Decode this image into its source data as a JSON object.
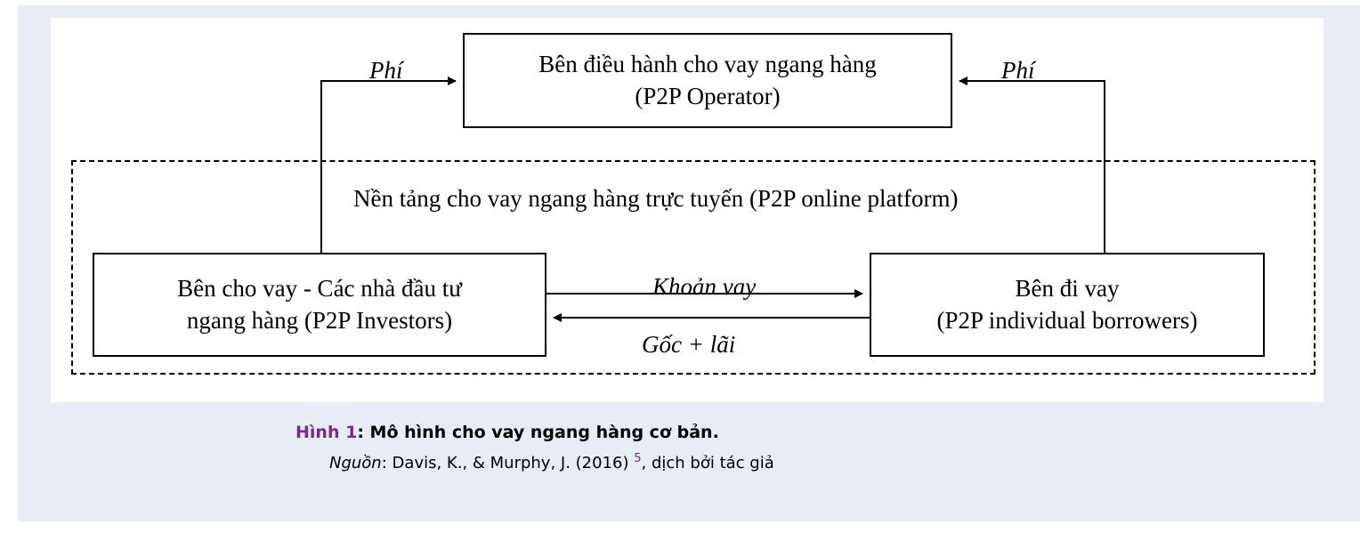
{
  "diagram": {
    "operator": {
      "line1": "Bên điều hành cho vay ngang hàng",
      "line2": "(P2P Operator)"
    },
    "platform_label": "Nền tảng cho vay ngang hàng trực tuyến (P2P online platform)",
    "lender": {
      "line1": "Bên cho vay - Các nhà đầu tư",
      "line2": "ngang hàng (P2P Investors)"
    },
    "borrower": {
      "line1": "Bên đi vay",
      "line2": "(P2P individual borrowers)"
    },
    "edges": {
      "fee_left": "Phí",
      "fee_right": "Phí",
      "loan": "Khoản vay",
      "repayment": "Gốc + lãi"
    }
  },
  "caption": {
    "figure_number": "Hình 1",
    "colon": ":",
    "title": "Mô hình cho vay ngang hàng cơ bản",
    "title_end": ".",
    "source_label": "Nguồn",
    "source_colon": ":",
    "source_text": "Davis, K., & Murphy, J. (2016)",
    "source_ref": "5",
    "source_suffix": ", dịch bởi tác giả"
  },
  "colors": {
    "panel_background": "#e8ecf5",
    "accent_purple": "#7a2a8a",
    "line": "#000000"
  }
}
